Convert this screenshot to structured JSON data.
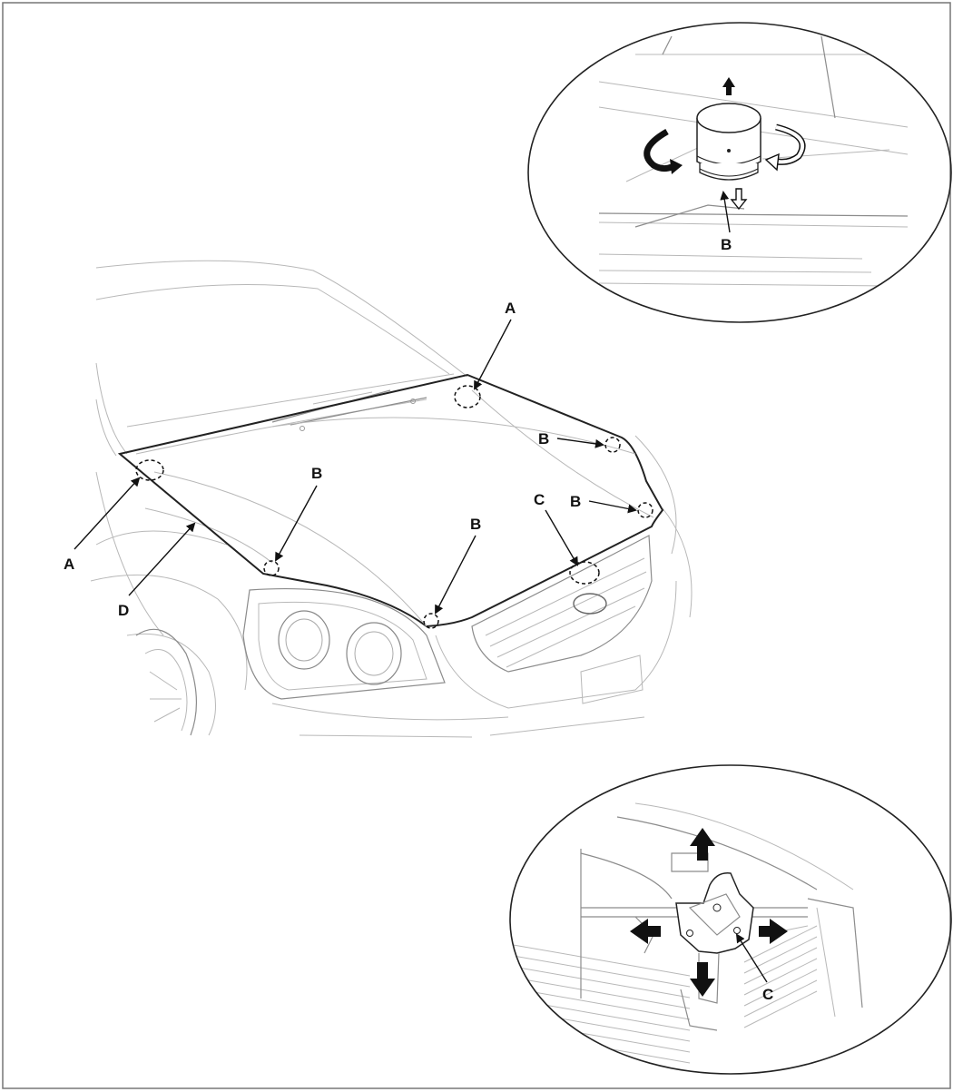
{
  "labels": {
    "inset_top": "B",
    "a_left": "A",
    "a_top": "A",
    "b_left": "B",
    "b_center": "B",
    "b_right_upper": "B",
    "b_right_lower": "B",
    "c_grille": "C",
    "d_hood": "D",
    "inset_bottom": "C"
  }
}
